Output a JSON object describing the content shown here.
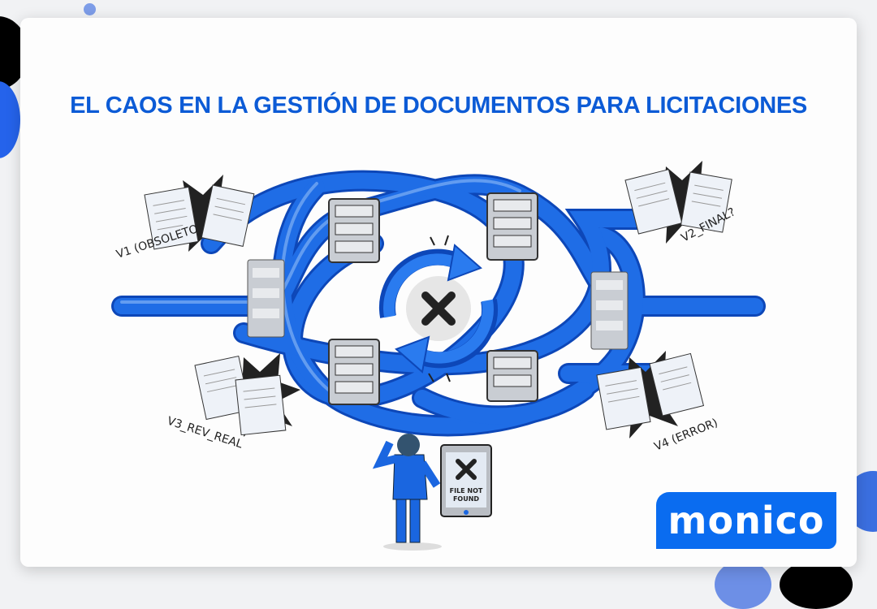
{
  "title": "EL CAOS EN LA GESTIÓN DE DOCUMENTOS PARA LICITACIONES",
  "labels": {
    "v1": "V1 (OBSOLETO)",
    "v2": "V2_FINAL?",
    "v3": "V3_REV_REAL",
    "v4": "V4 (ERROR)"
  },
  "tablet": {
    "line1": "FILE NOT",
    "line2": "FOUND"
  },
  "logo": "monico",
  "colors": {
    "brand": "#0a6cf0",
    "title": "#0c5bd6",
    "pipe": "#1a66e0",
    "server": "#c9cdd3"
  },
  "icons": [
    "server-icon",
    "document-icon",
    "sync-arrows-icon",
    "error-x-icon",
    "tablet-icon",
    "person-icon"
  ]
}
